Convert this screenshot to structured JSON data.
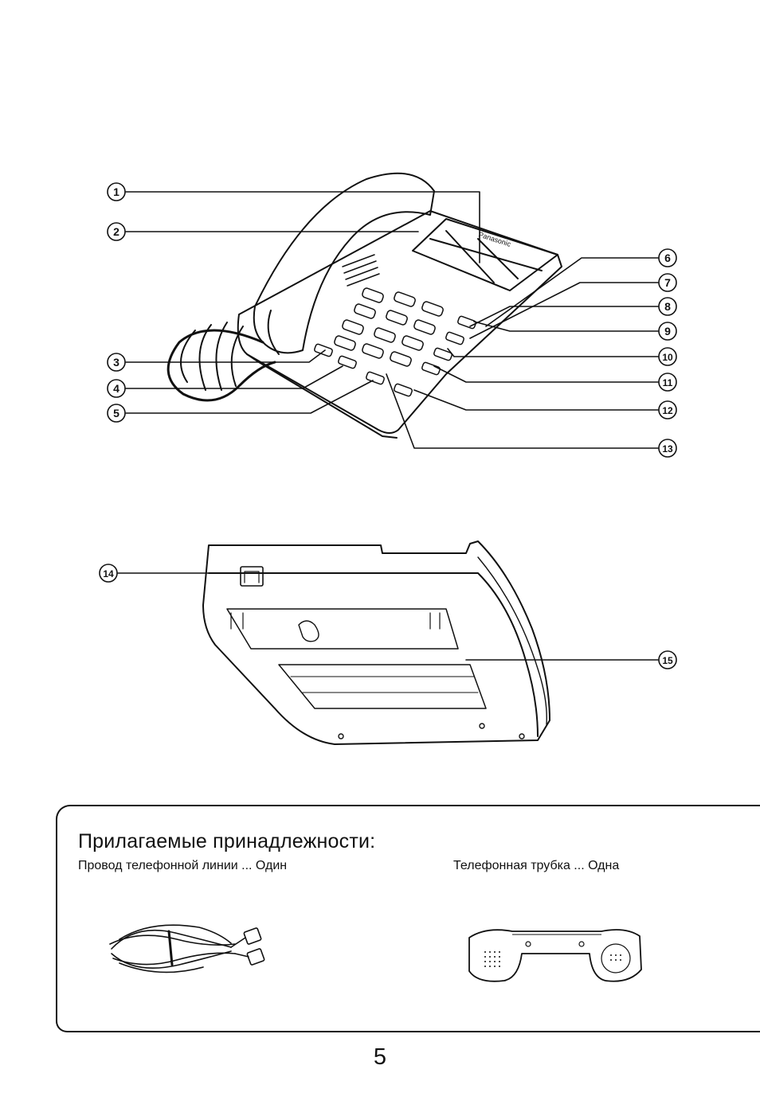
{
  "figure_top": {
    "brand_label": "Panasonic",
    "callouts": [
      "1",
      "2",
      "3",
      "4",
      "5",
      "6",
      "7",
      "8",
      "9",
      "10",
      "11",
      "12",
      "13"
    ]
  },
  "figure_bottom": {
    "callouts": [
      "14",
      "15"
    ]
  },
  "accessories": {
    "title": "Прилагаемые принадлежности:",
    "items": [
      {
        "label": "Провод телефонной линии ... Один",
        "icon": "line-cord-icon"
      },
      {
        "label": "Телефонная трубка ... Одна",
        "icon": "handset-icon"
      }
    ]
  },
  "page_number": "5"
}
